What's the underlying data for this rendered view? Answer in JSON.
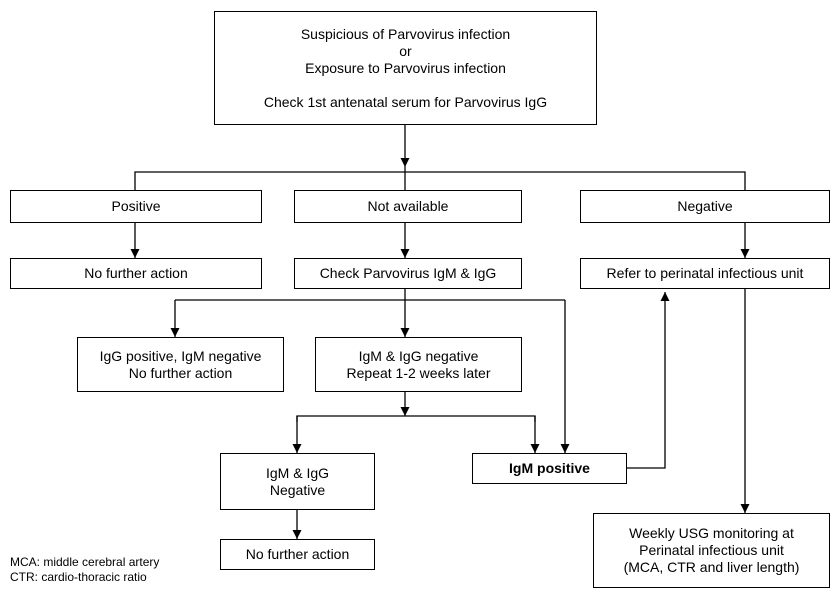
{
  "top": {
    "line1": "Suspicious of Parvovirus infection",
    "line2": "or",
    "line3": "Exposure to Parvovirus infection",
    "line4": "Check 1st antenatal serum for Parvovirus IgG"
  },
  "results": {
    "positive": "Positive",
    "not_available": "Not available",
    "negative": "Negative"
  },
  "actions": {
    "positive_action": "No further action",
    "check_igm_igg": "Check Parvovirus IgM & IgG",
    "refer": "Refer to perinatal infectious unit"
  },
  "level3": {
    "igg_pos": {
      "line1": "IgG positive, IgM negative",
      "line2": "No further action"
    },
    "both_neg": {
      "line1": "IgM & IgG negative",
      "line2": "Repeat 1-2 weeks later"
    }
  },
  "level4": {
    "negative": {
      "line1": "IgM & IgG",
      "line2": "Negative"
    },
    "igm_positive": "IgM positive"
  },
  "level5": {
    "no_further": "No further action",
    "weekly": {
      "line1": "Weekly USG monitoring at",
      "line2": "Perinatal infectious unit",
      "line3": "(MCA, CTR and liver length)"
    }
  },
  "legend": {
    "mca": "MCA: middle cerebral artery",
    "ctr": "CTR: cardio-thoracic ratio"
  },
  "colors": {
    "line": "#000000",
    "background": "#ffffff"
  }
}
